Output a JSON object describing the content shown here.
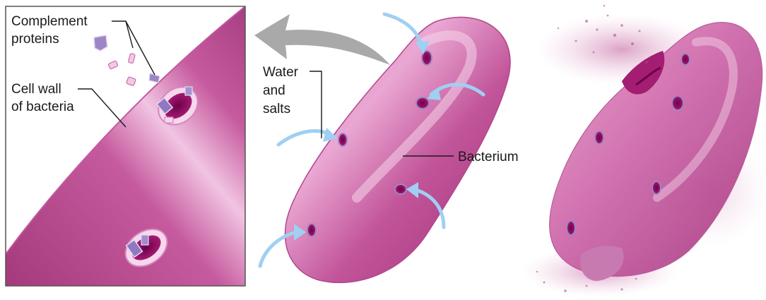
{
  "labels": {
    "complement_proteins": [
      "Complement",
      "proteins"
    ],
    "cell_wall": [
      "Cell wall",
      "of bacteria"
    ],
    "water_salts": [
      "Water",
      "and",
      "salts"
    ],
    "bacterium": "Bacterium"
  },
  "colors": {
    "membrane_pink": "#b9478f",
    "membrane_light": "#e9a9d2",
    "pore_dark": "#8a0f5e",
    "protein_violet": "#9d86c4",
    "water_arrow": "#9fd0f2",
    "sequence_arrow": "#a9a9a9",
    "leader_line": "#1a1a1a",
    "panel_border": "#555555"
  },
  "icons": {
    "sequence_arrow": "curved-arrow-left-icon",
    "water_arrow": "curved-arrow-icon"
  }
}
